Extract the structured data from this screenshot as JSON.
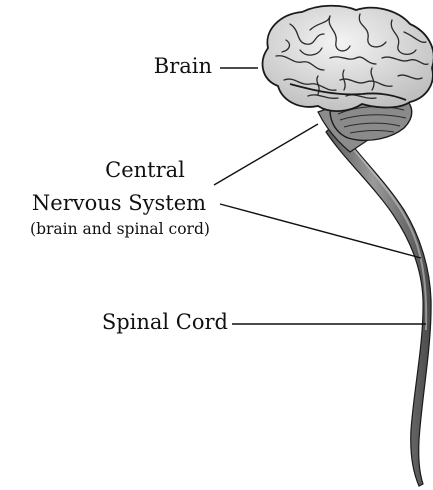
{
  "labels": {
    "brain": "Brain",
    "cns_line1": "Central",
    "cns_line2": "Nervous System",
    "cns_note": "(brain and spinal cord)",
    "spinal_cord": "Spinal Cord"
  },
  "colors": {
    "ink": "#111111",
    "brain_fill": "#e6e6e6",
    "cerebellum_fill": "#8a8a8a",
    "spinal_cord_fill": "#7d7d7d",
    "outline": "#1a1a1a"
  }
}
